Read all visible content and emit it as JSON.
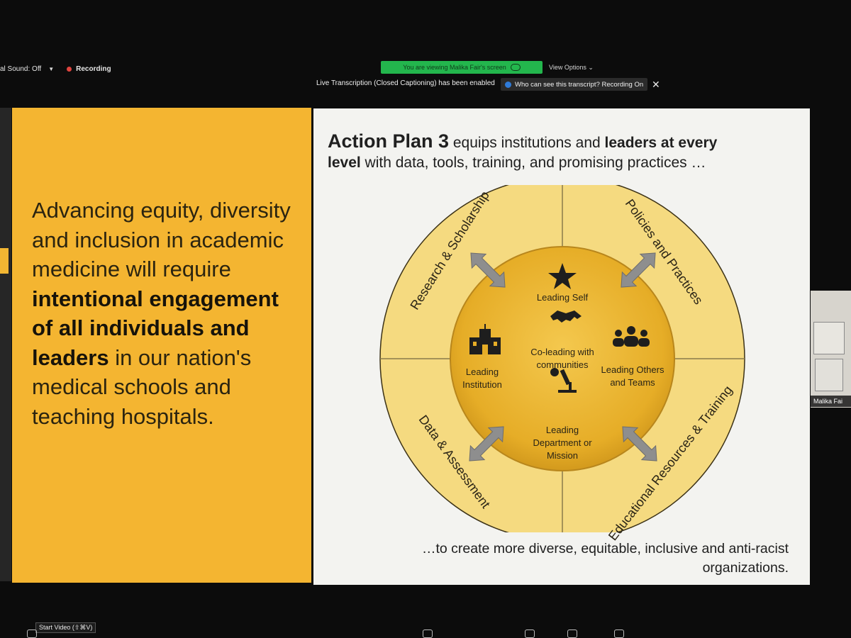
{
  "toolbar": {
    "sound_label": "al Sound: Off",
    "recording_label": "Recording",
    "viewing_banner": "You are viewing Malika Fair's screen",
    "view_options": "View Options",
    "transcription_notice": "Live Transcription (Closed Captioning) has been enabled",
    "transcript_button": "Who can see this transcript? Recording On"
  },
  "left_panel": {
    "text_1": "Advancing equity, diversity and inclusion in academic medicine will require ",
    "text_bold": "intentional engagement of all individuals and leaders",
    "text_2": " in our nation's medical schools and teaching hospitals."
  },
  "right_panel": {
    "heading_big": "Action Plan 3",
    "heading_1": " equips institutions and ",
    "heading_bold_2": "leaders at every level",
    "heading_2": " with data, tools, training, and promising practices …",
    "footer": "…to create more diverse, equitable, inclusive and anti-racist organizations."
  },
  "diagram": {
    "ring_labels": [
      "Research & Scholarship",
      "Policies and Practices",
      "Data & Assessment",
      "Educational Resources & Training"
    ],
    "center_items": {
      "top": "Leading Self",
      "center": "Co-leading with communities",
      "left": "Leading Institution",
      "right": "Leading Others and Teams",
      "bottom": "Leading Department or Mission"
    },
    "colors": {
      "outer": "#f5da80",
      "inner": "#e9b22b",
      "arrow": "#8e8e8e"
    }
  },
  "video_thumbnail": {
    "name": "Malika Fai"
  },
  "bottom_bar": {
    "tooltip": "Start Video (⇧⌘V)"
  }
}
